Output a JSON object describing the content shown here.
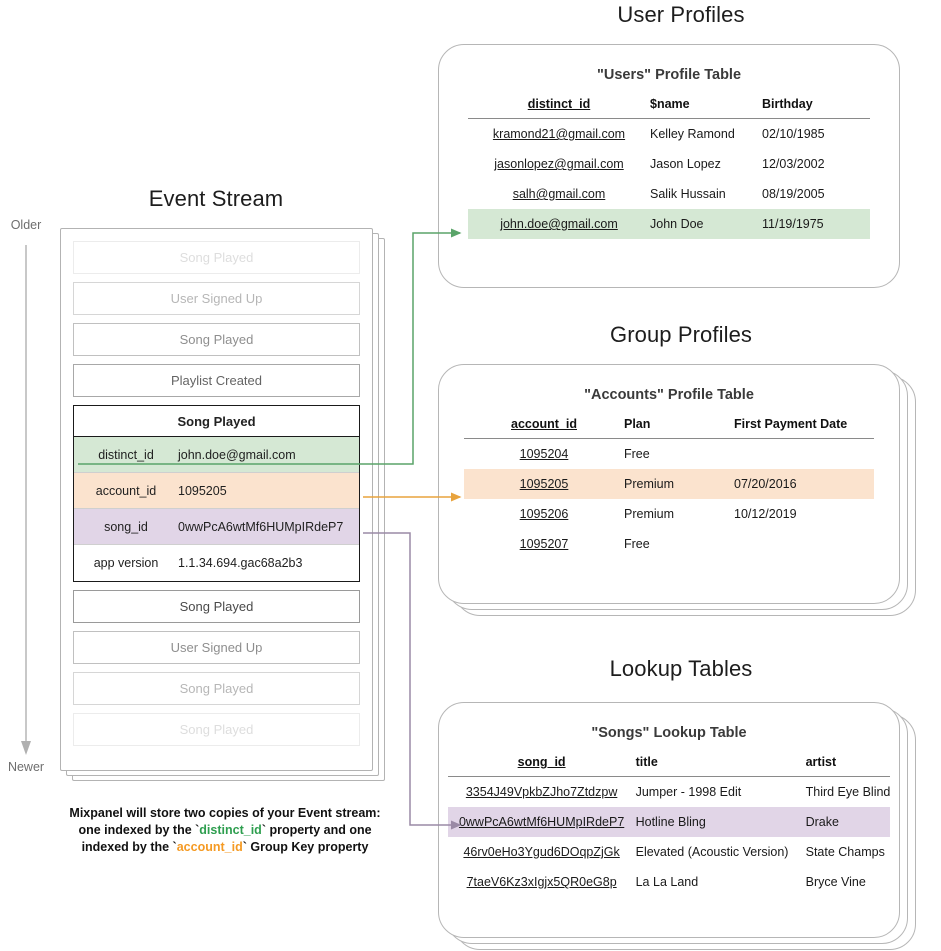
{
  "sections": {
    "user_profiles_title": "User Profiles",
    "group_profiles_title": "Group Profiles",
    "lookup_tables_title": "Lookup Tables",
    "event_stream_title": "Event Stream"
  },
  "time_axis": {
    "older": "Older",
    "newer": "Newer"
  },
  "event_stream": {
    "events_before": [
      {
        "label": "Song Played",
        "fade": "f1"
      },
      {
        "label": "User Signed Up",
        "fade": "f2"
      },
      {
        "label": "Song Played",
        "fade": "f3"
      },
      {
        "label": "Playlist Created",
        "fade": "f4"
      }
    ],
    "expanded_event": {
      "title": "Song Played",
      "properties": [
        {
          "key": "distinct_id",
          "value": "john.doe@gmail.com",
          "highlight": "green"
        },
        {
          "key": "account_id",
          "value": "1095205",
          "highlight": "orange"
        },
        {
          "key": "song_id",
          "value": "0wwPcA6wtMf6HUMpIRdeP7",
          "highlight": "purple"
        },
        {
          "key": "app version",
          "value": "1.1.34.694.gac68a2b3",
          "highlight": "none"
        }
      ]
    },
    "events_after": [
      {
        "label": "Song Played",
        "fade": "f5"
      },
      {
        "label": "User Signed Up",
        "fade": "f3"
      },
      {
        "label": "Song Played",
        "fade": "f2"
      },
      {
        "label": "Song Played",
        "fade": "f1"
      }
    ],
    "caption": {
      "line1": "Mixpanel will store two copies of your Event stream:",
      "line2_a": "one indexed by the `",
      "line2_token": "distinct_id",
      "line2_b": "` property and one",
      "line3_a": "indexed by the `",
      "line3_token": "account_id",
      "line3_b": "` Group Key property"
    }
  },
  "users_table": {
    "title": "\"Users\" Profile Table",
    "columns": [
      "distinct_id",
      "$name",
      "Birthday"
    ],
    "rows": [
      {
        "cells": [
          "kramond21@gmail.com",
          "Kelley Ramond",
          "02/10/1985"
        ],
        "highlight": "none"
      },
      {
        "cells": [
          "jasonlopez@gmail.com",
          "Jason Lopez",
          "12/03/2002"
        ],
        "highlight": "none"
      },
      {
        "cells": [
          "salh@gmail.com",
          "Salik Hussain",
          "08/19/2005"
        ],
        "highlight": "none"
      },
      {
        "cells": [
          "john.doe@gmail.com",
          "John Doe",
          "11/19/1975"
        ],
        "highlight": "green"
      }
    ]
  },
  "accounts_table": {
    "title": "\"Accounts\" Profile Table",
    "columns": [
      "account_id",
      "Plan",
      "First Payment Date"
    ],
    "rows": [
      {
        "cells": [
          "1095204",
          "Free",
          ""
        ],
        "highlight": "none"
      },
      {
        "cells": [
          "1095205",
          "Premium",
          "07/20/2016"
        ],
        "highlight": "orange"
      },
      {
        "cells": [
          "1095206",
          "Premium",
          "10/12/2019"
        ],
        "highlight": "none"
      },
      {
        "cells": [
          "1095207",
          "Free",
          ""
        ],
        "highlight": "none"
      }
    ]
  },
  "songs_table": {
    "title": "\"Songs\" Lookup Table",
    "columns": [
      "song_id",
      "title",
      "artist"
    ],
    "rows": [
      {
        "cells": [
          "3354J49VpkbZJho7Ztdzpw",
          "Jumper - 1998 Edit",
          "Third Eye Blind"
        ],
        "highlight": "none"
      },
      {
        "cells": [
          "0wwPcA6wtMf6HUMpIRdeP7",
          "Hotline Bling",
          "Drake"
        ],
        "highlight": "purple"
      },
      {
        "cells": [
          "46rv0eHo3Ygud6DOqpZjGk",
          "Elevated (Acoustic Version)",
          "State Champs"
        ],
        "highlight": "none"
      },
      {
        "cells": [
          "7taeV6Kz3xIgjx5QR0eG8p",
          "La La Land",
          "Bryce Vine"
        ],
        "highlight": "none"
      }
    ]
  },
  "colors": {
    "green": "#d5e8d4",
    "orange": "#fbe3ce",
    "purple": "#e1d5e7",
    "green_line": "#5aa469",
    "orange_line": "#e8a33d",
    "purple_line": "#9a8aa5",
    "card_border": "#b6b6b6"
  }
}
